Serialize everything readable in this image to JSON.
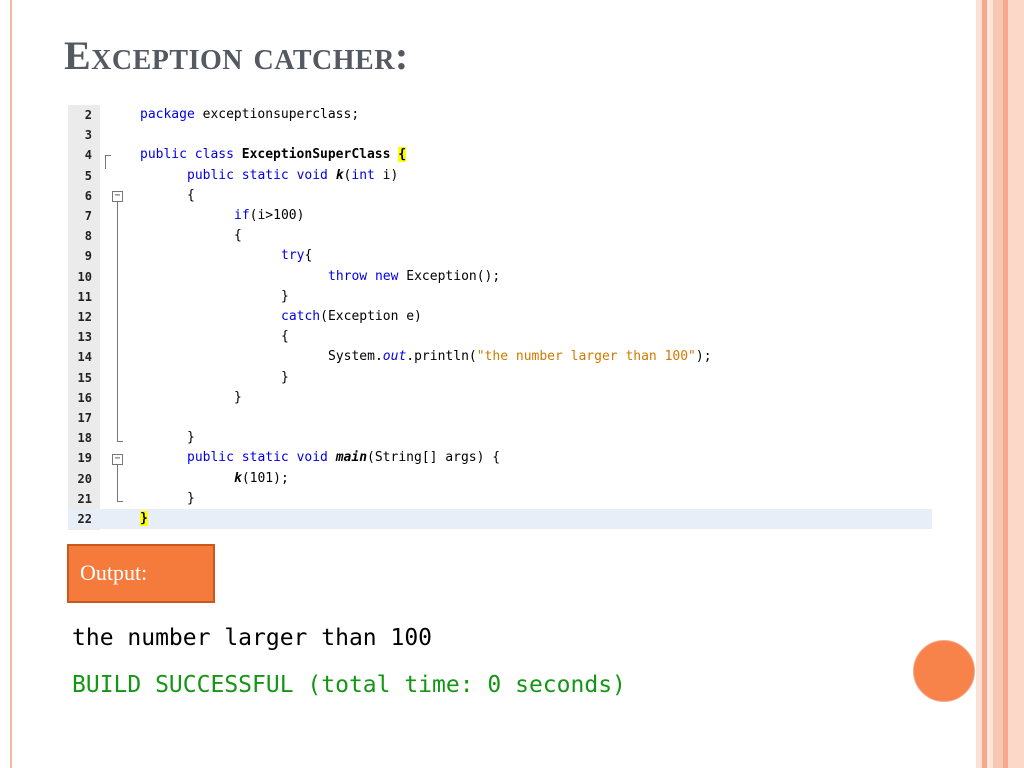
{
  "slide": {
    "title": "Exception catcher:",
    "output_label": "Output:",
    "output_lines": [
      "the number larger than 100",
      "BUILD SUCCESSFUL (total time: 0 seconds)"
    ],
    "colors": {
      "title": "#555a62",
      "accent_orange": "#f47b3b",
      "success_green": "#149614",
      "keyword_blue": "#0000e6",
      "string_orange": "#ce7b00"
    }
  },
  "code": {
    "line_numbers": [
      "2",
      "3",
      "4",
      "5",
      "6",
      "7",
      "8",
      "9",
      "10",
      "11",
      "12",
      "13",
      "14",
      "15",
      "16",
      "17",
      "18",
      "19",
      "20",
      "21",
      "22"
    ],
    "tokens": {
      "l2_pkg": "package",
      "l2_rest": " exceptionsuperclass;",
      "l4_kw": "public class",
      "l4_name": " ExceptionSuperClass ",
      "l4_brace": "{",
      "l5_kw": "public static void",
      "l5_method": "k",
      "l5_paren": "(",
      "l5_int": "int",
      "l5_rest": " i)",
      "l6": "{",
      "l7_if": "if",
      "l7_rest": "(i>100)",
      "l8": "{",
      "l9_try": "try",
      "l9_rest": "{",
      "l10_kw": "throw new",
      "l10_rest": " Exception();",
      "l11": "}",
      "l12_catch": "catch",
      "l12_rest": "(Exception e)",
      "l13": "{",
      "l14_sys": "System.",
      "l14_out": "out",
      "l14_println": ".println(",
      "l14_str": "\"the number larger than 100\"",
      "l14_end": ");",
      "l15": "}",
      "l16": "}",
      "l18": "}",
      "l19_kw": "public static void",
      "l19_method": "main",
      "l19_rest": "(String[] args) {",
      "l20_method": "k",
      "l20_rest": "(101);",
      "l21": "}",
      "l22": "}"
    }
  }
}
